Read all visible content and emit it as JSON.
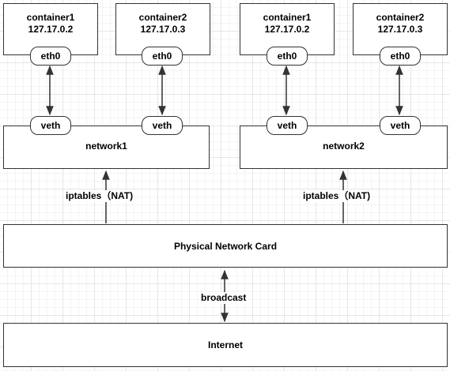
{
  "containers": [
    {
      "name": "container1",
      "ip": "127.17.0.2",
      "iface": "eth0"
    },
    {
      "name": "container2",
      "ip": "127.17.0.3",
      "iface": "eth0"
    },
    {
      "name": "container1",
      "ip": "127.17.0.2",
      "iface": "eth0"
    },
    {
      "name": "container2",
      "ip": "127.17.0.3",
      "iface": "eth0"
    }
  ],
  "networks": [
    {
      "name": "network1",
      "veths": [
        "veth",
        "veth"
      ]
    },
    {
      "name": "network2",
      "veths": [
        "veth",
        "veth"
      ]
    }
  ],
  "links": {
    "nat_label": "iptables（NAT)",
    "broadcast_label": "broadcast"
  },
  "physical_card": "Physical Network Card",
  "internet": "Internet",
  "colors": {
    "stroke": "#333333",
    "grid": "#e6e6e6",
    "background": "#ffffff"
  }
}
